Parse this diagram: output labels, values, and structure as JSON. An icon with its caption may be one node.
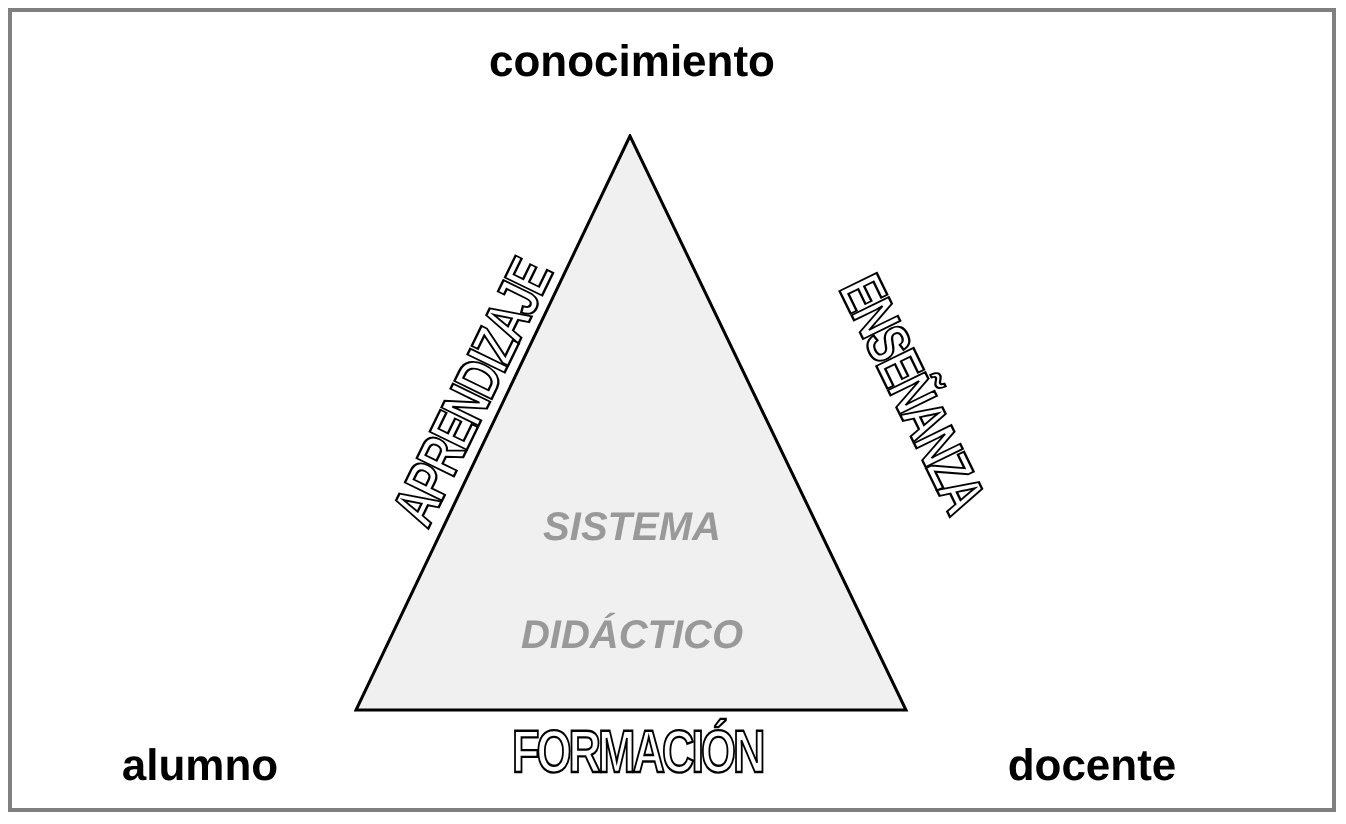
{
  "diagram": {
    "nodes": [
      {
        "text": [
          "SISTEMA DIDÁCTICO"
        ]
      }
    ],
    "labels": [
      "conocimiento",
      "APRENDIZAJE",
      "ENSEÑANZA",
      "alumno",
      "FORMACIÓN",
      "docente"
    ]
  }
}
